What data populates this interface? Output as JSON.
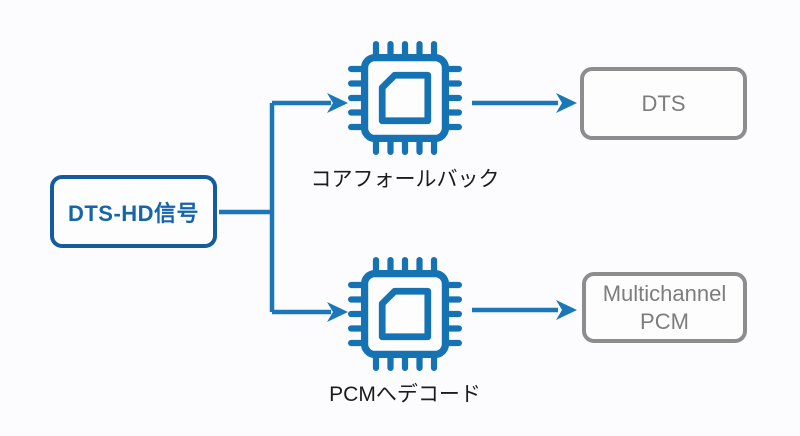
{
  "diagram": {
    "source": {
      "label": "DTS-HD信号"
    },
    "branches": [
      {
        "processor": "コアフォールバック",
        "output": "DTS"
      },
      {
        "processor": "PCMへデコード",
        "output": "Multichannel PCM"
      }
    ]
  },
  "icons": {
    "processor_top": "chip-icon",
    "processor_bottom": "chip-icon"
  },
  "colors": {
    "background": "#fcfbfd",
    "line_blue": "#1a78b8",
    "chip_blue": "#1573b4",
    "source_border_blue": "#145c9e",
    "source_text_blue": "#1565a8",
    "output_border_gray": "#8d8d8d",
    "output_text_gray": "#7d7d7d",
    "label_text": "#1c1c1c"
  }
}
